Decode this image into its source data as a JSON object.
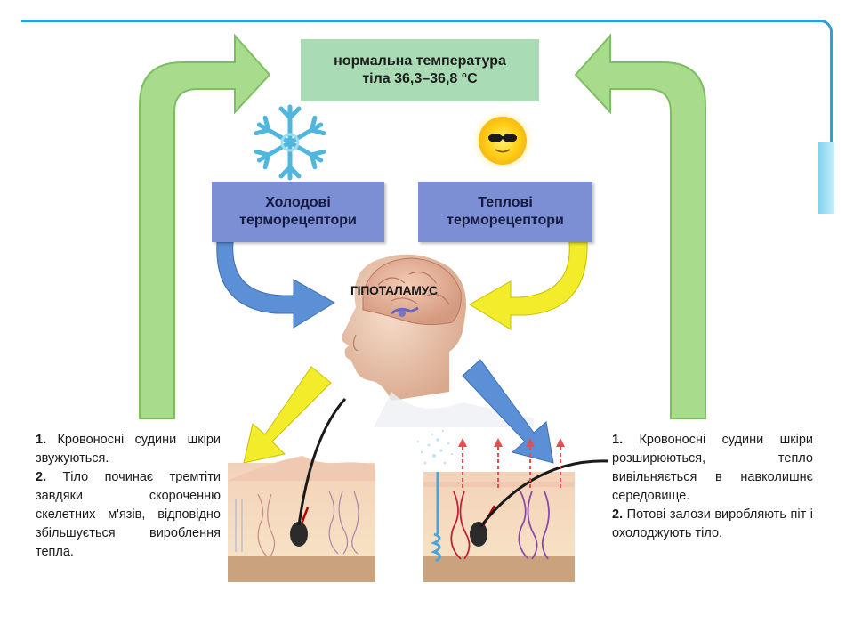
{
  "normal_temp": {
    "line1": "нормальна температура",
    "line2": "тіла 36,3–36,8 °С"
  },
  "cold_receptors": {
    "line1": "Холодові",
    "line2": "терморецептори"
  },
  "warm_receptors": {
    "line1": "Теплові",
    "line2": "терморецептори"
  },
  "hypothalamus": "ГІПОТАЛАМУС",
  "cold_response": {
    "item1_num": "1.",
    "item1_text": "Кровоносні судини шкіри звужуються.",
    "item2_num": "2.",
    "item2_text": "Тіло починає тремтіти завдяки скороченню скелетних м'язів, відповідно збільшується вироблення тепла."
  },
  "warm_response": {
    "item1_num": "1.",
    "item1_text": "Кровоносні судини шкіри розширюються, тепло вивільняється в навколишнє середовище.",
    "item2_num": "2.",
    "item2_text": "Потові залози виробляють піт і охолоджують тіло."
  },
  "colors": {
    "green_arrow": "#a8dc8c",
    "green_border": "#7cbf62",
    "blue_arrow": "#5b8fd6",
    "yellow_arrow": "#f2ec2a",
    "receptor_box": "#7c8fd4",
    "temp_box": "#a9dcb4"
  }
}
